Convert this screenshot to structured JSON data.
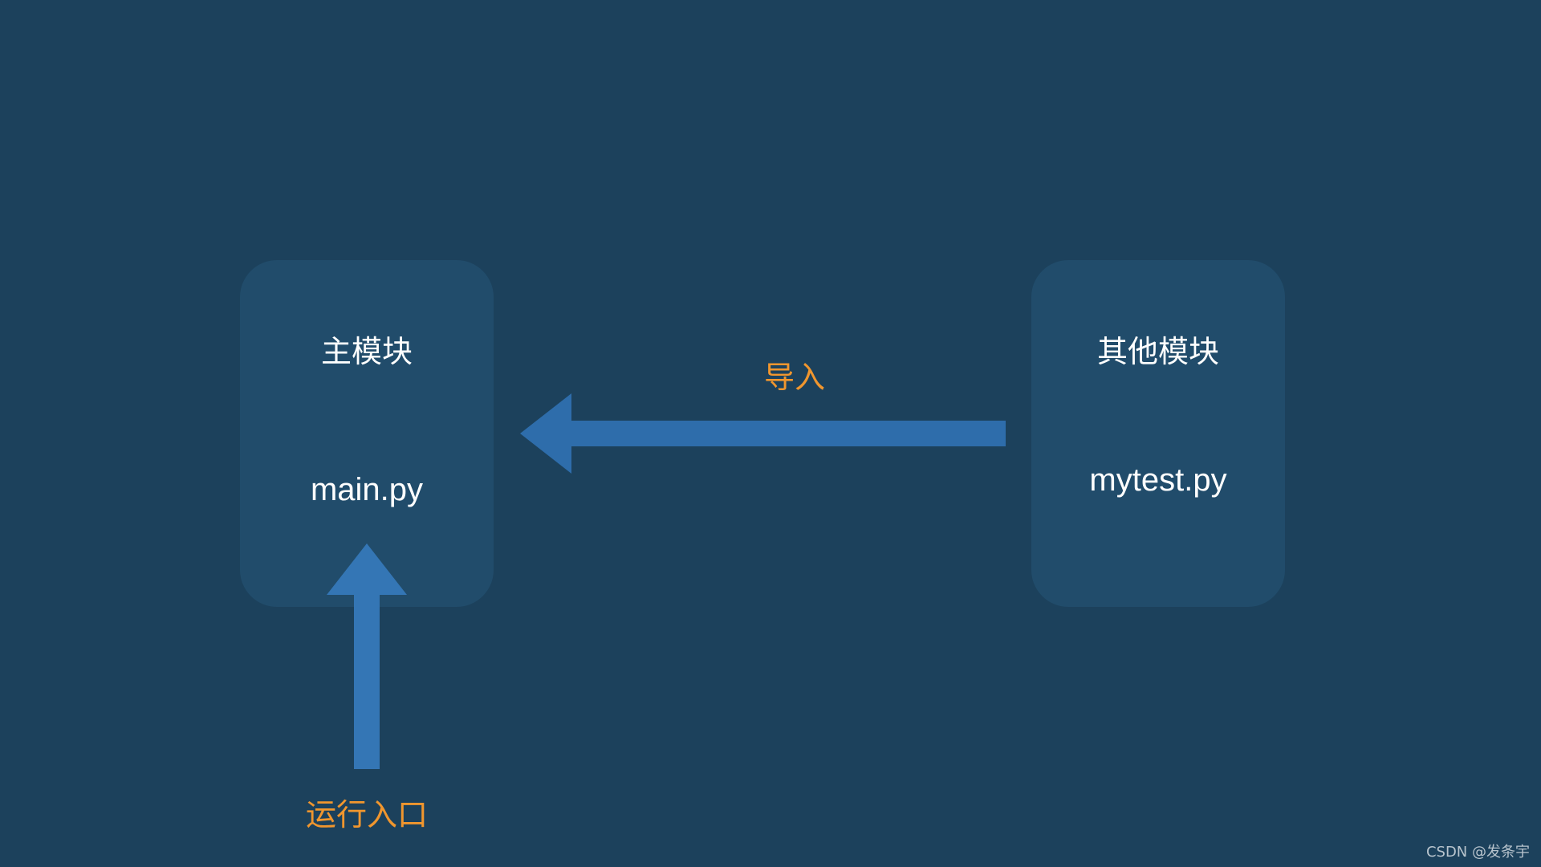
{
  "modules": {
    "main": {
      "title": "主模块",
      "file": "main.py"
    },
    "other": {
      "title": "其他模块",
      "file": "mytest.py"
    }
  },
  "labels": {
    "import": "导入",
    "entry": "运行入口"
  },
  "watermark": "CSDN @发条宇",
  "colors": {
    "background": "#1c415c",
    "box": "#214c6b",
    "arrow_import": "#2e6dab",
    "arrow_entry": "#3476b5",
    "label": "#f0962e",
    "text": "#ffffff"
  }
}
